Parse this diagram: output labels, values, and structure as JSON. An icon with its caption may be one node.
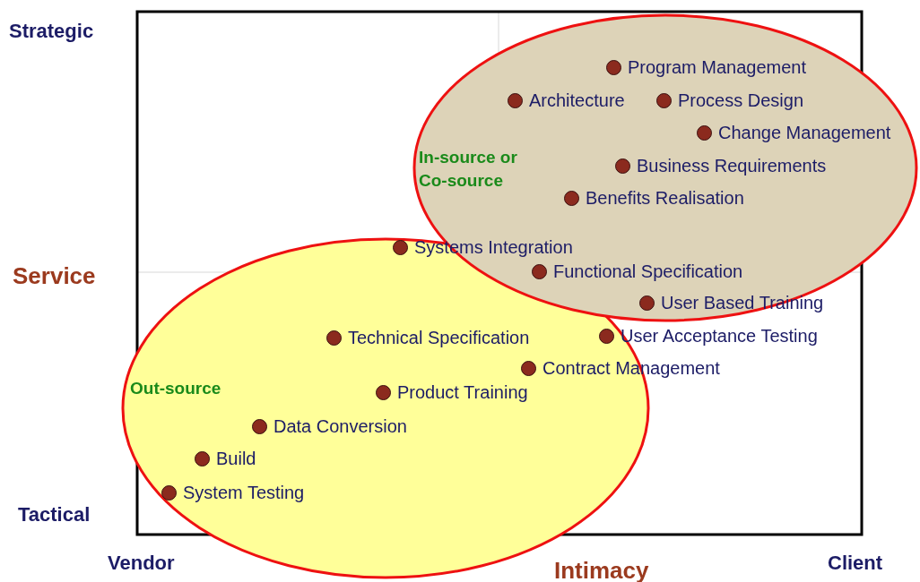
{
  "diagram": {
    "nodes": [
      {
        "text": [
          "In-source or Co-source"
        ]
      },
      {
        "text": [
          "Out-source"
        ]
      },
      {
        "text": [
          "Program Management"
        ],
        "in": 0
      },
      {
        "text": [
          "Architecture"
        ],
        "in": 0
      },
      {
        "text": [
          "Process Design"
        ],
        "in": 0
      },
      {
        "text": [
          "Change Management"
        ],
        "in": 0
      },
      {
        "text": [
          "Business Requirements"
        ],
        "in": 0
      },
      {
        "text": [
          "Benefits Realisation"
        ],
        "in": 0
      },
      {
        "text": [
          "Systems Integration"
        ],
        "in": 1
      },
      {
        "text": [
          "Functional Specification"
        ],
        "in": 0
      },
      {
        "text": [
          "User Based Training"
        ],
        "in": 0
      },
      {
        "text": [
          "Technical Specification"
        ],
        "in": 1
      },
      {
        "text": [
          "User Acceptance Testing"
        ],
        "in": 1
      },
      {
        "text": [
          "Contract Management"
        ],
        "in": 1
      },
      {
        "text": [
          "Product Training"
        ],
        "in": 1
      },
      {
        "text": [
          "Data Conversion"
        ],
        "in": 1
      },
      {
        "text": [
          "Build"
        ],
        "in": 1
      },
      {
        "text": [
          "System Testing"
        ],
        "in": 1
      }
    ],
    "edges": [],
    "labels": [
      "Strategic",
      "Service",
      "Tactical",
      "Vendor",
      "Intimacy",
      "Client"
    ]
  }
}
